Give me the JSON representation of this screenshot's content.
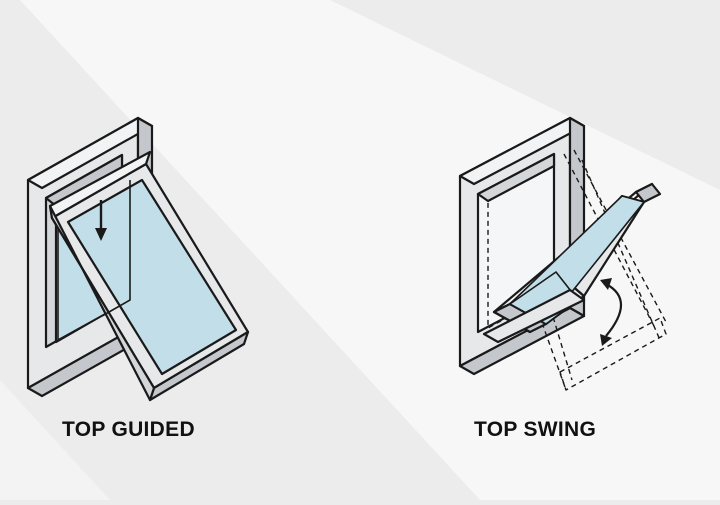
{
  "colors": {
    "background": "#ececed",
    "light_band": "#f7f7f8",
    "frame_face": "#e6e8ea",
    "frame_side": "#c4c8cc",
    "frame_inner": "#d4d7da",
    "glass": "#c2dfe9",
    "outline": "#1a1a1a"
  },
  "icons": {
    "slide_direction": "arrow-down-icon",
    "swing_direction": "curved-double-arrow-icon"
  },
  "diagrams": [
    {
      "id": "top-guided",
      "label": "TOP GUIDED"
    },
    {
      "id": "top-swing",
      "label": "TOP SWING"
    }
  ]
}
